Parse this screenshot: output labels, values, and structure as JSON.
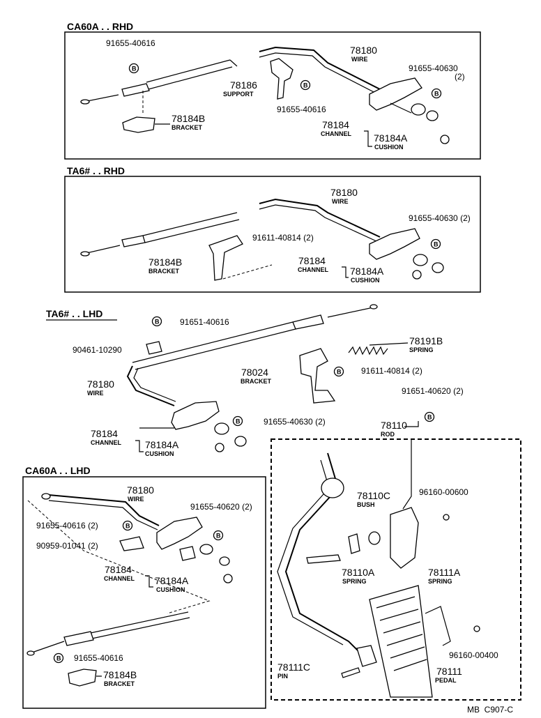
{
  "sections": {
    "ca60a_rhd": "CA60A . . RHD",
    "ta6_rhd": "TA6# . . RHD",
    "ta6_lhd": "TA6# . . LHD",
    "ca60a_lhd": "CA60A . . LHD"
  },
  "s1": {
    "p91655_40616_a": "91655-40616",
    "p78180": "78180",
    "wire": "WIRE",
    "p91655_40630": "91655-40630",
    "qty2": "(2)",
    "p78186": "78186",
    "support": "SUPPORT",
    "p91655_40616_b": "91655-40616",
    "p78184b": "78184B",
    "bracket": "BRACKET",
    "p78184": "78184",
    "channel": "CHANNEL",
    "p78184a": "78184A",
    "cushion": "CUSHION"
  },
  "s2": {
    "p78180": "78180",
    "wire": "WIRE",
    "p91655_40630": "91655-40630 (2)",
    "p91611_40814": "91611-40814 (2)",
    "p78184b": "78184B",
    "bracket": "BRACKET",
    "p78184": "78184",
    "channel": "CHANNEL",
    "p78184a": "78184A",
    "cushion": "CUSHION"
  },
  "s3": {
    "p91651_40616": "91651-40616",
    "p90461_10290": "90461-10290",
    "p78191b": "78191B",
    "spring": "SPRING",
    "p78024": "78024",
    "bracket": "BRACKET",
    "p91611_40814": "91611-40814 (2)",
    "p78180": "78180",
    "wire": "WIRE",
    "p91651_40620": "91651-40620 (2)",
    "p78110": "78110",
    "rod": "ROD",
    "p78184": "78184",
    "channel": "CHANNEL",
    "p91655_40630": "91655-40630 (2)",
    "p78184a": "78184A",
    "cushion": "CUSHION"
  },
  "s4": {
    "p78180": "78180",
    "wire": "WIRE",
    "p91655_40620": "91655-40620 (2)",
    "p91655_40616": "91655-40616 (2)",
    "p90959_01041": "90959-01041 (2)",
    "p78184": "78184",
    "channel": "CHANNEL",
    "p78184a": "78184A",
    "cushion": "CUSHION",
    "p91655_40616_b": "91655-40616",
    "p78184b": "78184B",
    "bracket": "BRACKET"
  },
  "pedal": {
    "p78110c": "78110C",
    "bush": "BUSH",
    "p96160_00600": "96160-00600",
    "p78110a": "78110A",
    "spring_a": "SPRING",
    "p78111a": "78111A",
    "spring_b": "SPRING",
    "p96160_00400": "96160-00400",
    "p78111c": "78111C",
    "pin": "PIN",
    "p78111": "78111",
    "pedal": "PEDAL"
  },
  "bolt_marker": "B",
  "footer": "MB  C907-C"
}
